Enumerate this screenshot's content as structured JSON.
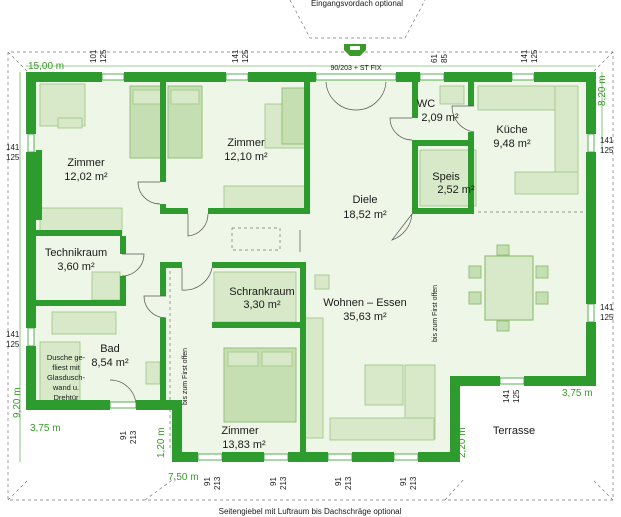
{
  "top_notes": {
    "entrance_canopy": "Eingangsvordach optional",
    "front_door": "90/203 + ST FIX"
  },
  "bottom_note": "Seitengiebel mit Luftraum bis Dachschräge optional",
  "overall_dims": {
    "width": "15,00 m",
    "height": "9,20 m",
    "right_top": "8,20 m"
  },
  "rooms": {
    "zimmer1": {
      "name": "Zimmer",
      "area": "12,02 m²"
    },
    "zimmer2": {
      "name": "Zimmer",
      "area": "12,10 m²"
    },
    "wc": {
      "name": "WC",
      "area": "2,09 m²"
    },
    "kueche": {
      "name": "Küche",
      "area": "9,48 m²"
    },
    "speis": {
      "name": "Speis",
      "area": "2,52 m²"
    },
    "diele": {
      "name": "Diele",
      "area": "18,52 m²"
    },
    "technik": {
      "name": "Technikraum",
      "area": "3,60 m²"
    },
    "schrank": {
      "name": "Schrankraum",
      "area": "3,30 m²"
    },
    "wohnen": {
      "name": "Wohnen – Essen",
      "area": "35,63 m²"
    },
    "bad": {
      "name": "Bad",
      "area": "8,54 m²"
    },
    "zimmer3": {
      "name": "Zimmer",
      "area": "13,83 m²"
    },
    "terrasse": {
      "name": "Terrasse"
    }
  },
  "shower_note": [
    "Dusche ge-",
    "fliest mit",
    "Glasdusch-",
    "wand u.",
    "Drehtür"
  ],
  "vertical_notes": {
    "flat_left": "bis zum First offen",
    "flat_right": "bis zum First offen"
  },
  "side_dims": {
    "left_bottom": "3,75 m",
    "right_bottom": "3,75 m",
    "bot_left": "7,50 m",
    "vert_left": "1,20 m",
    "vert_right": "2,20 m"
  },
  "window_dims": {
    "w141": "141",
    "w125": "125",
    "w101": "101",
    "w61": "61",
    "w85": "85",
    "w91": "91",
    "w213": "213"
  }
}
